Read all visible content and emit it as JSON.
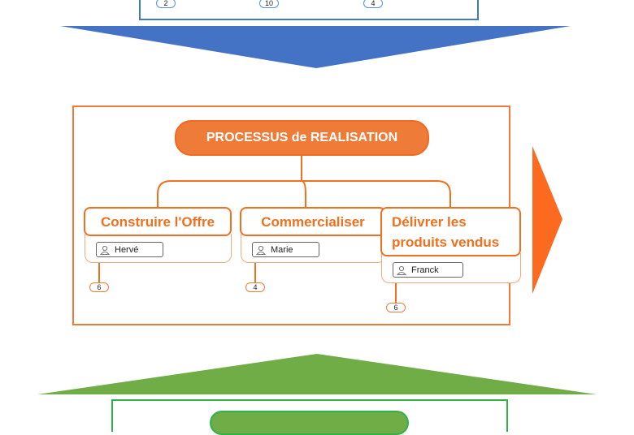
{
  "colors": {
    "blue_accent": "#4472c4",
    "orange_accent": "#ef7b38",
    "orange_arrow": "#fb6a1f",
    "green_accent": "#70ad47"
  },
  "top_section": {
    "badges": [
      "2",
      "10",
      "4"
    ]
  },
  "central_process": {
    "title": "PROCESSUS de REALISATION",
    "steps": [
      {
        "label_lines": [
          "Construire l'Offre"
        ],
        "assignee": "Hervé",
        "count": "6"
      },
      {
        "label_lines": [
          "Commercialiser"
        ],
        "assignee": "Marie",
        "count": "4"
      },
      {
        "label_lines": [
          "Délivrer les",
          "produits vendus"
        ],
        "assignee": "Franck",
        "count": "6"
      }
    ]
  },
  "icons": {
    "assignee": "person-icon",
    "down_arrow": "down-arrow-shape",
    "right_arrow": "right-arrow-shape",
    "up_arrow": "up-arrow-shape"
  }
}
